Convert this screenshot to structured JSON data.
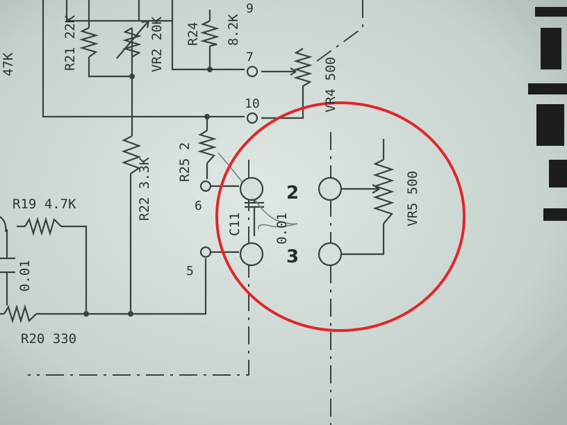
{
  "labels": {
    "r21": "R21 22K",
    "vr2": "VR2 20K",
    "r24": "R24",
    "r24_value": "8.2K",
    "pin9": "9",
    "pin7": "7",
    "vr4": "VR4 500",
    "pin10": "10",
    "r25": "R25 2",
    "r22": "R22 3.3K",
    "r19": "R19 4.7K",
    "pin6": "6",
    "c11": "C11",
    "c11_value": "0.01",
    "pin5": "5",
    "r20": "R20 330",
    "cap_left_value": "0.01",
    "edge_value": "47K",
    "vr5": "VR5 500",
    "contact2": "2",
    "contact3": "3"
  },
  "colors": {
    "paper": "#c9d4cf",
    "ink": "#3a403d",
    "highlight_circle": "#e0262a"
  }
}
